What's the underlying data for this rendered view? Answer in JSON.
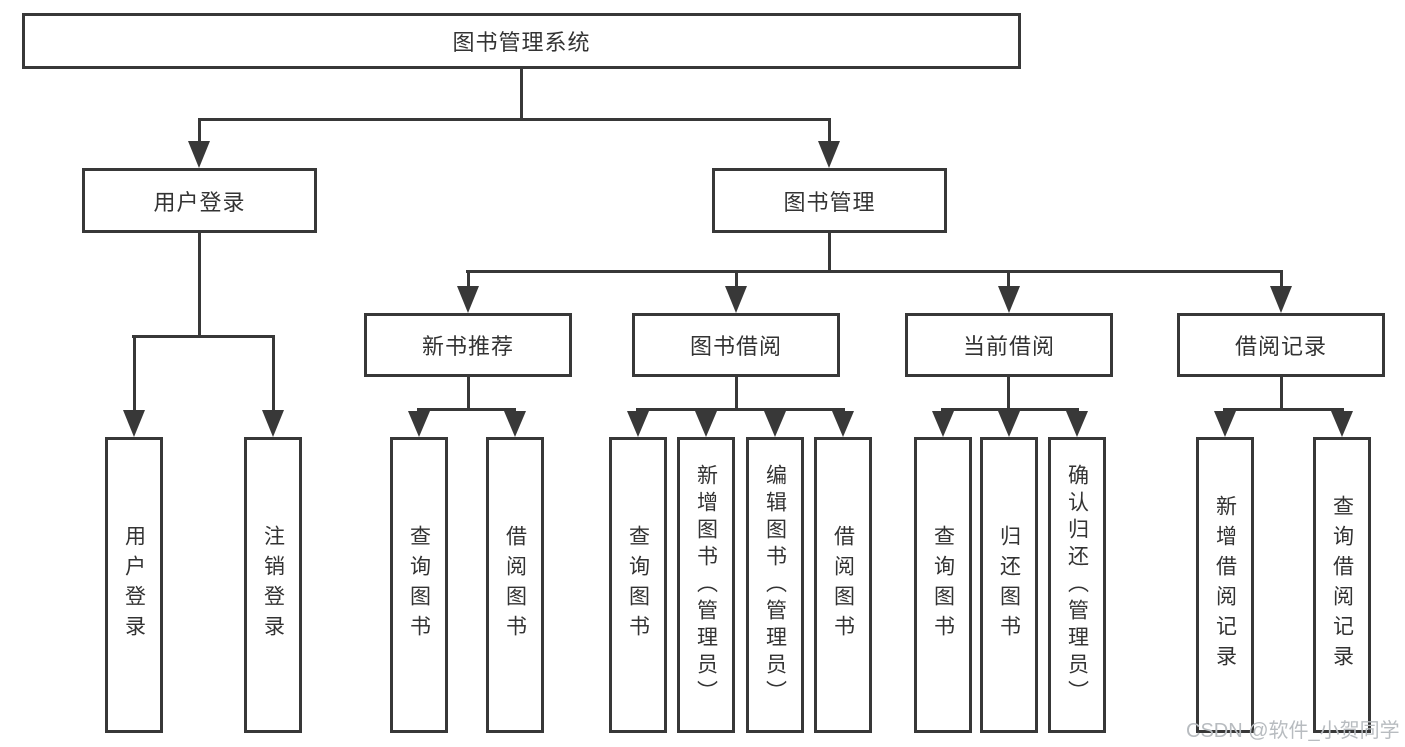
{
  "tree": {
    "label": "图书管理系统",
    "children": [
      {
        "label": "用户登录",
        "children": [
          {
            "label": "用户登录"
          },
          {
            "label": "注销登录"
          }
        ]
      },
      {
        "label": "图书管理",
        "children": [
          {
            "label": "新书推荐",
            "children": [
              {
                "label": "查询图书"
              },
              {
                "label": "借阅图书"
              }
            ]
          },
          {
            "label": "图书借阅",
            "children": [
              {
                "label": "查询图书"
              },
              {
                "label": "新增图书（管理员）"
              },
              {
                "label": "编辑图书（管理员）"
              },
              {
                "label": "借阅图书"
              }
            ]
          },
          {
            "label": "当前借阅",
            "children": [
              {
                "label": "查询图书"
              },
              {
                "label": "归还图书"
              },
              {
                "label": "确认归还（管理员）"
              }
            ]
          },
          {
            "label": "借阅记录",
            "children": [
              {
                "label": "新增借阅记录"
              },
              {
                "label": "查询借阅记录"
              }
            ]
          }
        ]
      }
    ]
  },
  "watermark": {
    "text": "CSDN @软件_小贺同学"
  },
  "colors": {
    "line": "#383838",
    "text": "#333333",
    "watermark": "#b8bcc0",
    "background": "#ffffff"
  }
}
